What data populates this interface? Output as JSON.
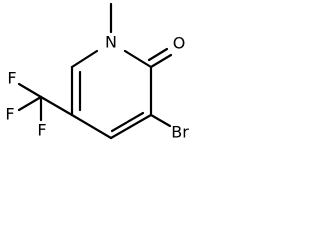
{
  "molecule": {
    "labels": {
      "methyl": "",
      "nitrogen": "N",
      "oxygen": "O",
      "bromine": "Br",
      "fluorine_top": "F",
      "fluorine_left": "F",
      "fluorine_bottom": "F"
    }
  },
  "colors": {
    "bond": "#000000",
    "label": "#000000",
    "background": "#ffffff"
  }
}
